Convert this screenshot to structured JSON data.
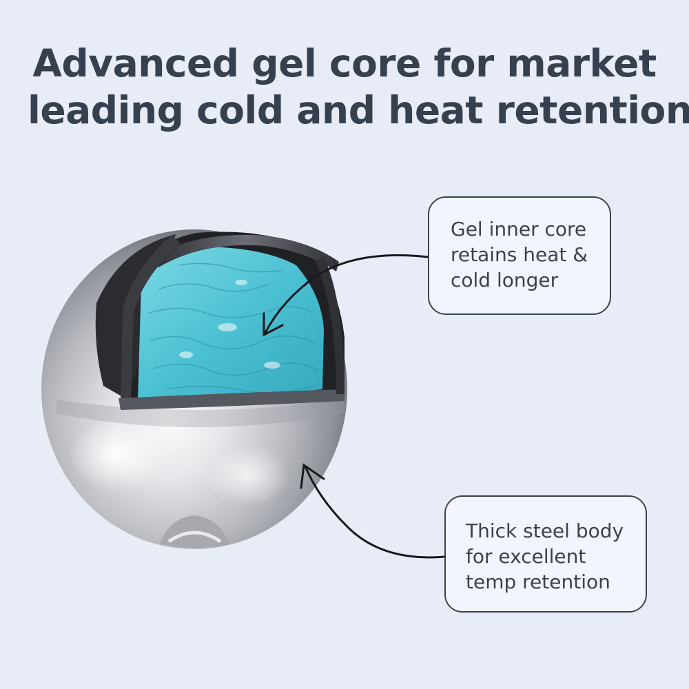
{
  "headline": {
    "line1": "Advanced gel core for market",
    "line2": "leading cold and heat retention"
  },
  "callouts": {
    "gel_core": {
      "lines": [
        "Gel inner core",
        "retains heat &",
        "cold longer"
      ]
    },
    "steel_body": {
      "lines": [
        "Thick steel body",
        "for excellent",
        "temp retention"
      ]
    }
  },
  "colors": {
    "background": "#e8ecf7",
    "headline_text": "#37404f",
    "callout_border": "#3a4150",
    "callout_fill": "#f2f5fd",
    "gel": "#4fc3d4",
    "steel": "#c4c6cc"
  }
}
